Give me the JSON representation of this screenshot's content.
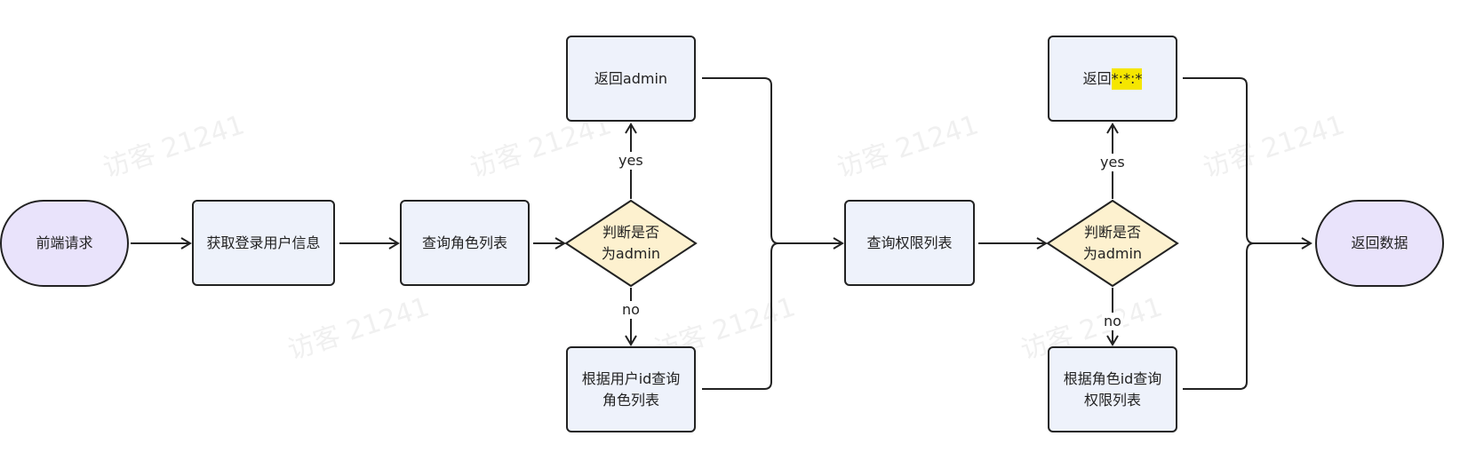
{
  "diagram": {
    "start": "前端请求",
    "get_user": "获取登录用户信息",
    "query_roles": "查询角色列表",
    "decision1_line1": "判断是否",
    "decision1_line2": "为admin",
    "return_admin": "返回admin",
    "roles_by_user_line1": "根据用户id查询",
    "roles_by_user_line2": "角色列表",
    "query_perms": "查询权限列表",
    "decision2_line1": "判断是否",
    "decision2_line2": "为admin",
    "return_all_prefix": "返回",
    "return_all_highlight": "*:*:*",
    "perms_by_role_line1": "根据角色id查询",
    "perms_by_role_line2": "权限列表",
    "end": "返回数据",
    "yes1": "yes",
    "no1": "no",
    "yes2": "yes",
    "no2": "no"
  },
  "watermark": "访客 21241",
  "colors": {
    "terminal_fill": "#e9e3fb",
    "process_fill": "#eef2fb",
    "decision_fill": "#fdf1cf",
    "stroke": "#222222",
    "highlight": "#f5e600"
  }
}
